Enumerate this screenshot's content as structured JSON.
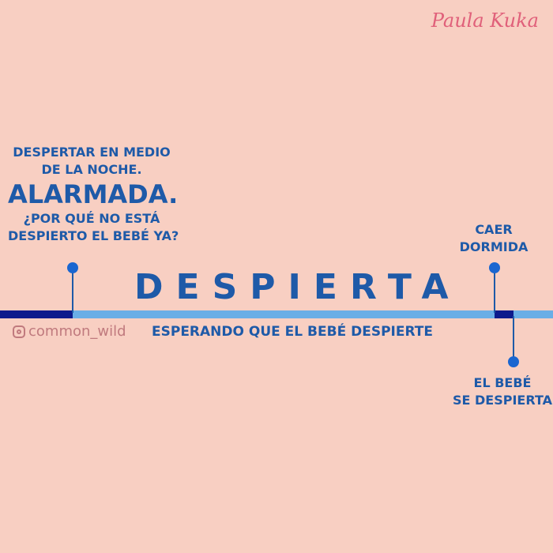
{
  "signature": "Paula Kuka",
  "left_note": {
    "line1": "DESPERTAR EN MEDIO",
    "line2": "DE LA NOCHE.",
    "emphasis": "ALARMADA.",
    "line3": "¿POR QUÉ NO ESTÁ",
    "line4": "DESPIERTO EL BEBÉ YA?"
  },
  "title": "DESPIERTA",
  "subtitle": "ESPERANDO QUE EL BEBÉ DESPIERTE",
  "right_top": {
    "line1": "CAER",
    "line2": "DORMIDA"
  },
  "right_bottom": {
    "line1": "EL BEBÉ",
    "line2": "SE DESPIERTA"
  },
  "instagram": "common_wild",
  "colors": {
    "background": "#f8cfc2",
    "text": "#1e5aa8",
    "bar_dark": "#0c1a8c",
    "bar_light": "#6aaee6"
  }
}
